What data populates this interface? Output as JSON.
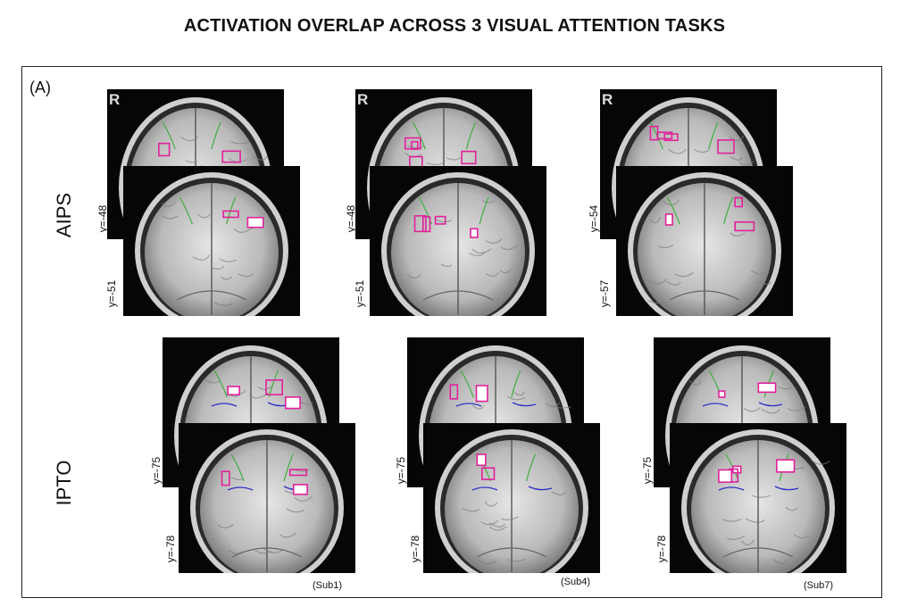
{
  "title": "ACTIVATION OVERLAP ACROSS 3 VISUAL ATTENTION TASKS",
  "panel_label": "(A)",
  "rows": {
    "aips": "AIPS",
    "ipto": "IPTO"
  },
  "orientation_mark": "R",
  "aips_slices": [
    {
      "back": "y=-48",
      "front": "y=-51"
    },
    {
      "back": "y=-48",
      "front": "y=-51"
    },
    {
      "back": "y=-54",
      "front": "y=-57"
    }
  ],
  "ipto_slices": [
    {
      "back": "y=-75",
      "front": "y=-78",
      "subject": "(Sub1)"
    },
    {
      "back": "y=-75",
      "front": "y=-78",
      "subject": "(Sub4)"
    },
    {
      "back": "y=-75",
      "front": "y=-78",
      "subject": "(Sub7)"
    }
  ],
  "colors": {
    "activation": "#e0219a",
    "sulcus_green": "#3fae3f",
    "sulcus_blue": "#2c2cc8"
  }
}
